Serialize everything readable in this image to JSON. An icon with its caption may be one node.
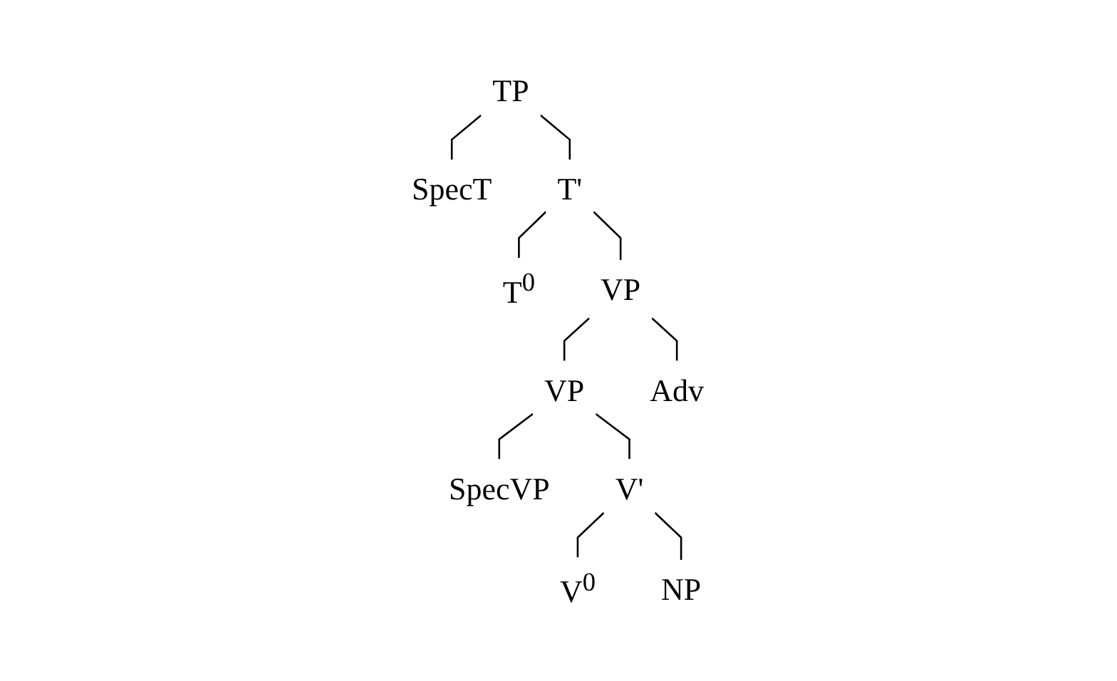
{
  "diagram": {
    "nodes": [
      {
        "text": [
          "TP"
        ]
      },
      {
        "text": [
          "SpecT"
        ]
      },
      {
        "text": [
          "T'"
        ]
      },
      {
        "text": [
          "T$^{0}$"
        ]
      },
      {
        "text": [
          "VP"
        ]
      },
      {
        "text": [
          "VP"
        ]
      },
      {
        "text": [
          "Adv"
        ]
      },
      {
        "text": [
          "SpecVP"
        ]
      },
      {
        "text": [
          "V'"
        ]
      },
      {
        "text": [
          "V$^{0}$"
        ]
      },
      {
        "text": [
          "NP"
        ]
      }
    ],
    "edges": [
      {
        "from": 0,
        "to": 1,
        "arrow": "none"
      },
      {
        "from": 0,
        "to": 2,
        "arrow": "none"
      },
      {
        "from": 2,
        "to": 3,
        "arrow": "none"
      },
      {
        "from": 2,
        "to": 4,
        "arrow": "none"
      },
      {
        "from": 4,
        "to": 5,
        "arrow": "none"
      },
      {
        "from": 4,
        "to": 6,
        "arrow": "none"
      },
      {
        "from": 5,
        "to": 7,
        "arrow": "none"
      },
      {
        "from": 5,
        "to": 8,
        "arrow": "none"
      },
      {
        "from": 8,
        "to": 9,
        "arrow": "none"
      },
      {
        "from": 8,
        "to": 10,
        "arrow": "none"
      }
    ]
  }
}
